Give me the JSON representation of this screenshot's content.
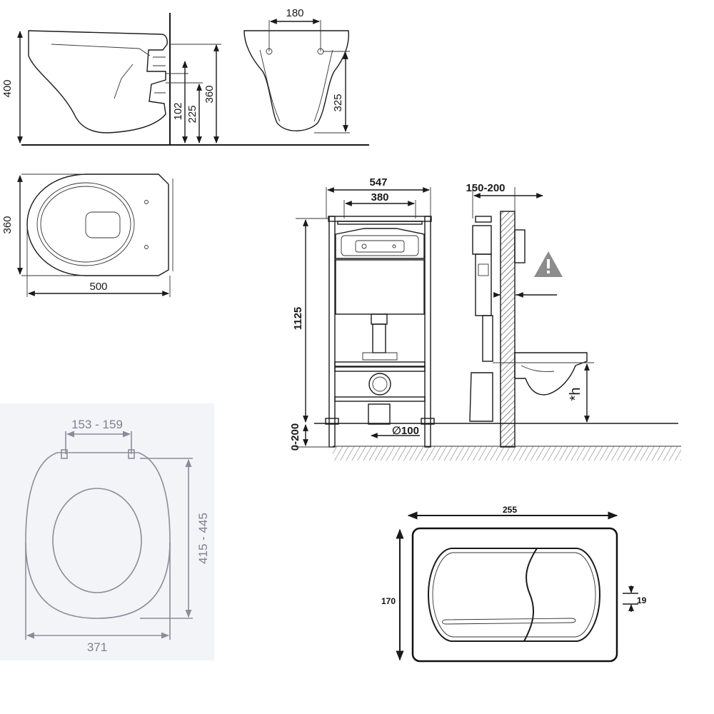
{
  "side_view": {
    "d400": "400",
    "d102": "102",
    "d225": "225",
    "d360": "360"
  },
  "front_view": {
    "d180": "180",
    "d325": "325"
  },
  "top_view": {
    "d360": "360",
    "d500": "500"
  },
  "seat": {
    "hinge": "153 - 159",
    "length": "415 - 445",
    "width": "371"
  },
  "frame": {
    "width_outer": "547",
    "width_inner": "380",
    "height": "1125",
    "adjust": "0-200",
    "pipe": "∅100"
  },
  "wall_section": {
    "depth": "150-200",
    "height_label": "*h"
  },
  "flush_plate": {
    "width": "255",
    "height": "170",
    "thickness": "19"
  },
  "colors": {
    "line": "#1a1a1a",
    "seat_line": "#8a8d99",
    "seat_panel": "#f3f4f8",
    "warning": "#8c8c8c"
  }
}
